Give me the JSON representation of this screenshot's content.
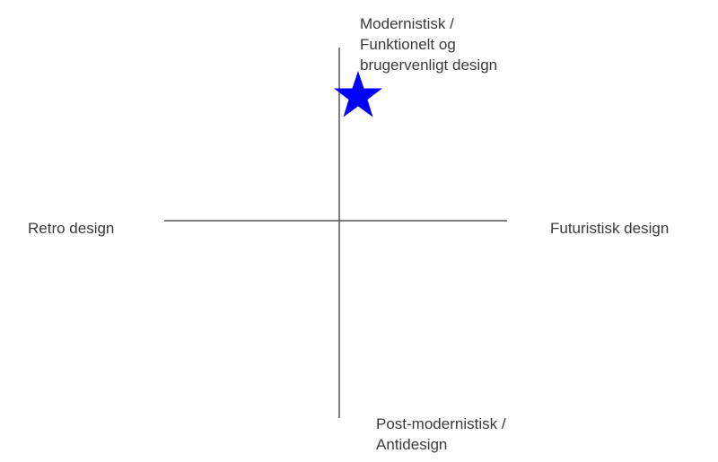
{
  "axes": {
    "top": {
      "lines": [
        "Modernistisk  /",
        "Funktionelt og",
        "brugervenligt design"
      ]
    },
    "bottom": {
      "lines": [
        "Post-modernistisk /",
        "Antidesign"
      ]
    },
    "left": {
      "label": "Retro design"
    },
    "right": {
      "label": "Futuristisk design"
    }
  },
  "marker": {
    "shape": "star-icon",
    "color": "#0000ff"
  },
  "colors": {
    "axis_line": "#555555",
    "text": "#3a3a3a"
  }
}
